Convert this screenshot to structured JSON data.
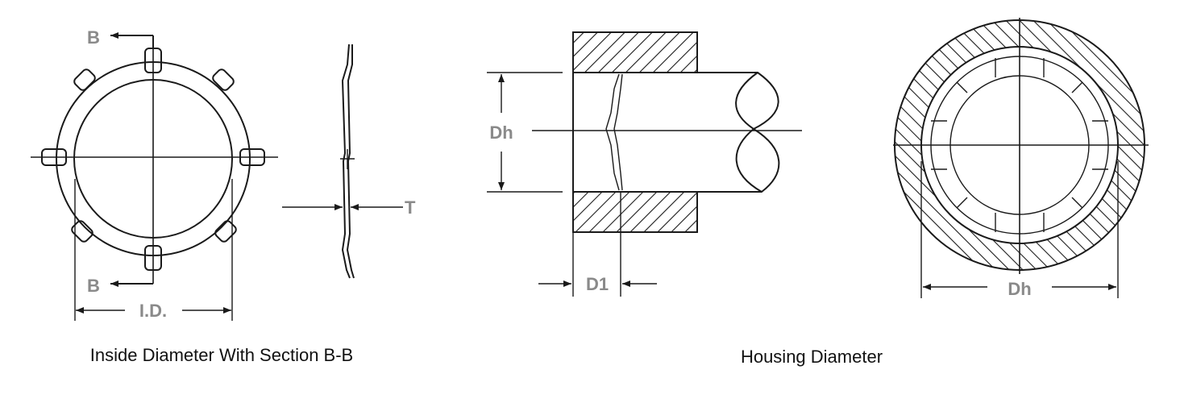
{
  "colors": {
    "line": "#1a1a1a",
    "label": "#8a8a8a",
    "caption": "#111111"
  },
  "left_figure": {
    "section_label_top": "B",
    "section_label_bottom": "B",
    "inner_diameter_label": "I.D.",
    "thickness_label": "T",
    "caption": "Inside Diameter With Section B-B"
  },
  "right_figure": {
    "bore_label_side": "Dh",
    "depth_label": "D1",
    "bore_label_bottom": "Dh",
    "caption": "Housing Diameter"
  }
}
